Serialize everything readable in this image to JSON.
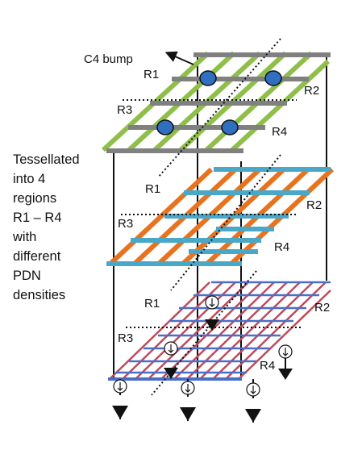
{
  "callout": "C4 bump",
  "description": [
    "Tessellated",
    "into 4",
    "regions",
    "R1 – R4",
    "with",
    "different",
    "PDN",
    "densities"
  ],
  "layers": {
    "top": {
      "regions": [
        "R1",
        "R2",
        "R3",
        "R4"
      ]
    },
    "middle": {
      "regions": [
        "R1",
        "R2",
        "R3",
        "R4"
      ]
    },
    "bottom": {
      "regions": [
        "R1",
        "R2",
        "R3",
        "R4"
      ]
    }
  },
  "colors": {
    "top_gridlines": "#8fbf4a",
    "top_rails": "#808080",
    "bumps": "#2e6fc0",
    "middle_gridlines": "#e8731e",
    "middle_rails": "#49a8c8",
    "bottom_gridlines": "#c04a5a",
    "bottom_rails": "#4a6fc8",
    "dotted_divider": "#111111"
  }
}
